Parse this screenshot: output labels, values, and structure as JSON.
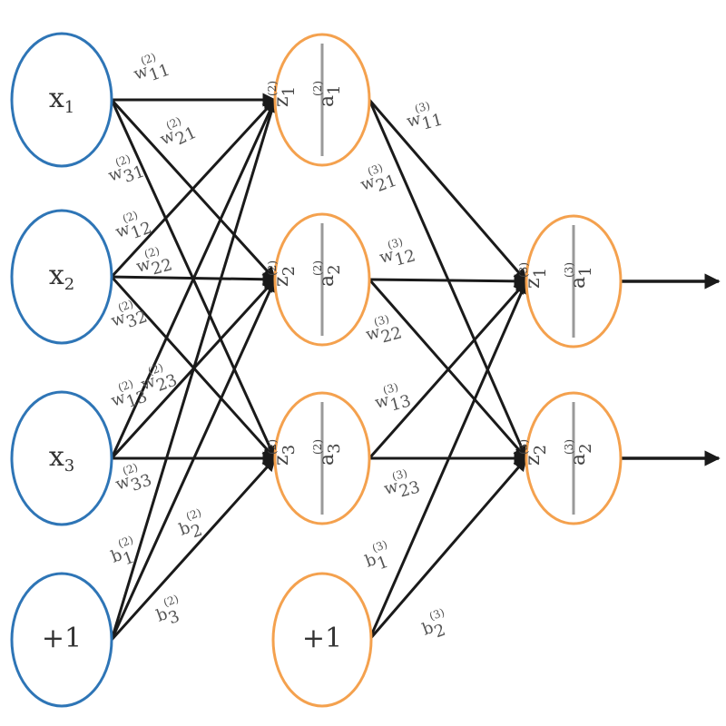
{
  "input_layer": [
    {
      "base": "x",
      "sub": "1"
    },
    {
      "base": "x",
      "sub": "2"
    },
    {
      "base": "x",
      "sub": "3"
    },
    {
      "base": "+1",
      "sub": ""
    }
  ],
  "hidden_layer": [
    {
      "z": "z",
      "a": "a",
      "sub": "1",
      "sup": "(2)"
    },
    {
      "z": "z",
      "a": "a",
      "sub": "2",
      "sup": "(2)"
    },
    {
      "z": "z",
      "a": "a",
      "sub": "3",
      "sup": "(2)"
    }
  ],
  "hidden_bias": {
    "label": "+1"
  },
  "output_layer": [
    {
      "z": "z",
      "a": "a",
      "sub": "1",
      "sup": "(3)"
    },
    {
      "z": "z",
      "a": "a",
      "sub": "2",
      "sup": "(3)"
    }
  ],
  "weight_labels_layer2": [
    {
      "base": "w",
      "sub": "11",
      "sup": "(2)"
    },
    {
      "base": "w",
      "sub": "21",
      "sup": "(2)"
    },
    {
      "base": "w",
      "sub": "31",
      "sup": "(2)"
    },
    {
      "base": "w",
      "sub": "12",
      "sup": "(2)"
    },
    {
      "base": "w",
      "sub": "22",
      "sup": "(2)"
    },
    {
      "base": "w",
      "sub": "32",
      "sup": "(2)"
    },
    {
      "base": "w",
      "sub": "13",
      "sup": "(2)"
    },
    {
      "base": "w",
      "sub": "23",
      "sup": "(2)"
    },
    {
      "base": "w",
      "sub": "33",
      "sup": "(2)"
    }
  ],
  "bias_labels_layer2": [
    {
      "base": "b",
      "sub": "1",
      "sup": "(2)"
    },
    {
      "base": "b",
      "sub": "2",
      "sup": "(2)"
    },
    {
      "base": "b",
      "sub": "3",
      "sup": "(2)"
    }
  ],
  "weight_labels_layer3": [
    {
      "base": "w",
      "sub": "11",
      "sup": "(3)"
    },
    {
      "base": "w",
      "sub": "21",
      "sup": "(3)"
    },
    {
      "base": "w",
      "sub": "12",
      "sup": "(3)"
    },
    {
      "base": "w",
      "sub": "22",
      "sup": "(3)"
    },
    {
      "base": "w",
      "sub": "13",
      "sup": "(3)"
    },
    {
      "base": "w",
      "sub": "23",
      "sup": "(3)"
    }
  ],
  "bias_labels_layer3": [
    {
      "base": "b",
      "sub": "1",
      "sup": "(3)"
    },
    {
      "base": "b",
      "sub": "2",
      "sup": "(3)"
    }
  ],
  "colors": {
    "input_node": "#2e75b6",
    "hidden_node": "#f4a14e",
    "edge": "#1a1a1a",
    "divider": "#9a9a9a"
  }
}
